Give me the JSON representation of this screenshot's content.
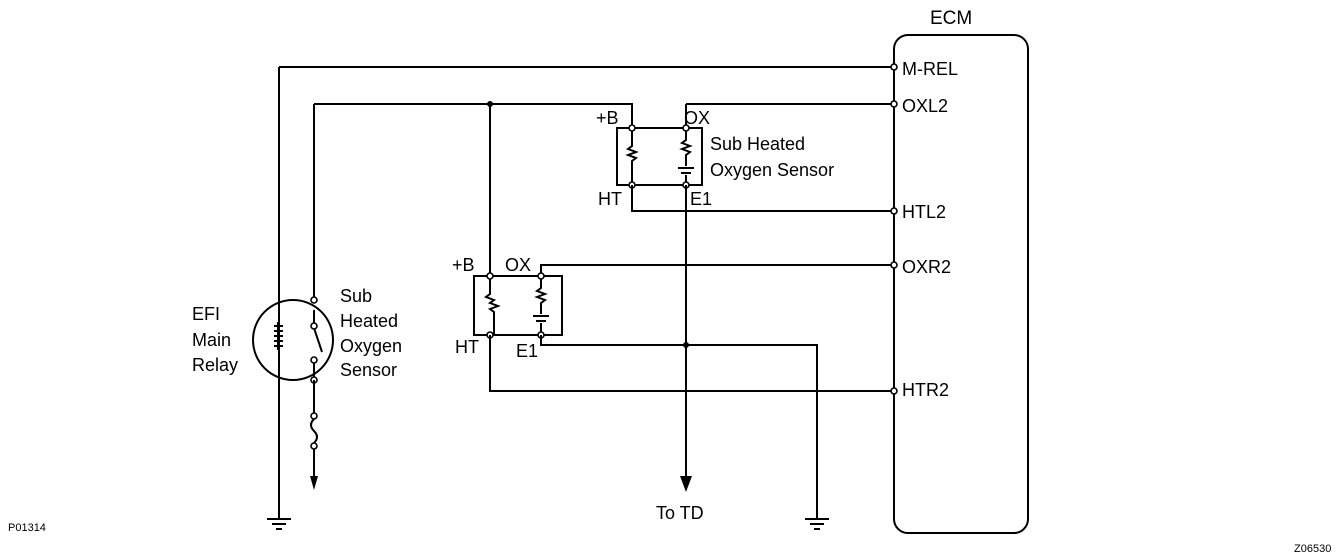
{
  "ecm": {
    "title": "ECM",
    "terminals": [
      "M-REL",
      "OXL2",
      "HTL2",
      "OXR2",
      "HTR2"
    ]
  },
  "sensor_left": {
    "name_line1": "Sub Heated",
    "name_line2": "Oxygen Sensor",
    "pin_b": "+B",
    "pin_ox": "OX",
    "pin_ht": "HT",
    "pin_e1": "E1"
  },
  "sensor_right": {
    "pin_b": "+B",
    "pin_ox": "OX",
    "pin_ht": "HT",
    "pin_e1": "E1"
  },
  "relay": {
    "label_line1": "EFI",
    "label_line2": "Main",
    "label_line3": "Relay"
  },
  "sensor_label_side": {
    "line1": "Sub",
    "line2": "Heated",
    "line3": "Oxygen",
    "line4": "Sensor"
  },
  "to_td": "To TD",
  "codes": {
    "left": "P01314",
    "right": "Z06530"
  }
}
